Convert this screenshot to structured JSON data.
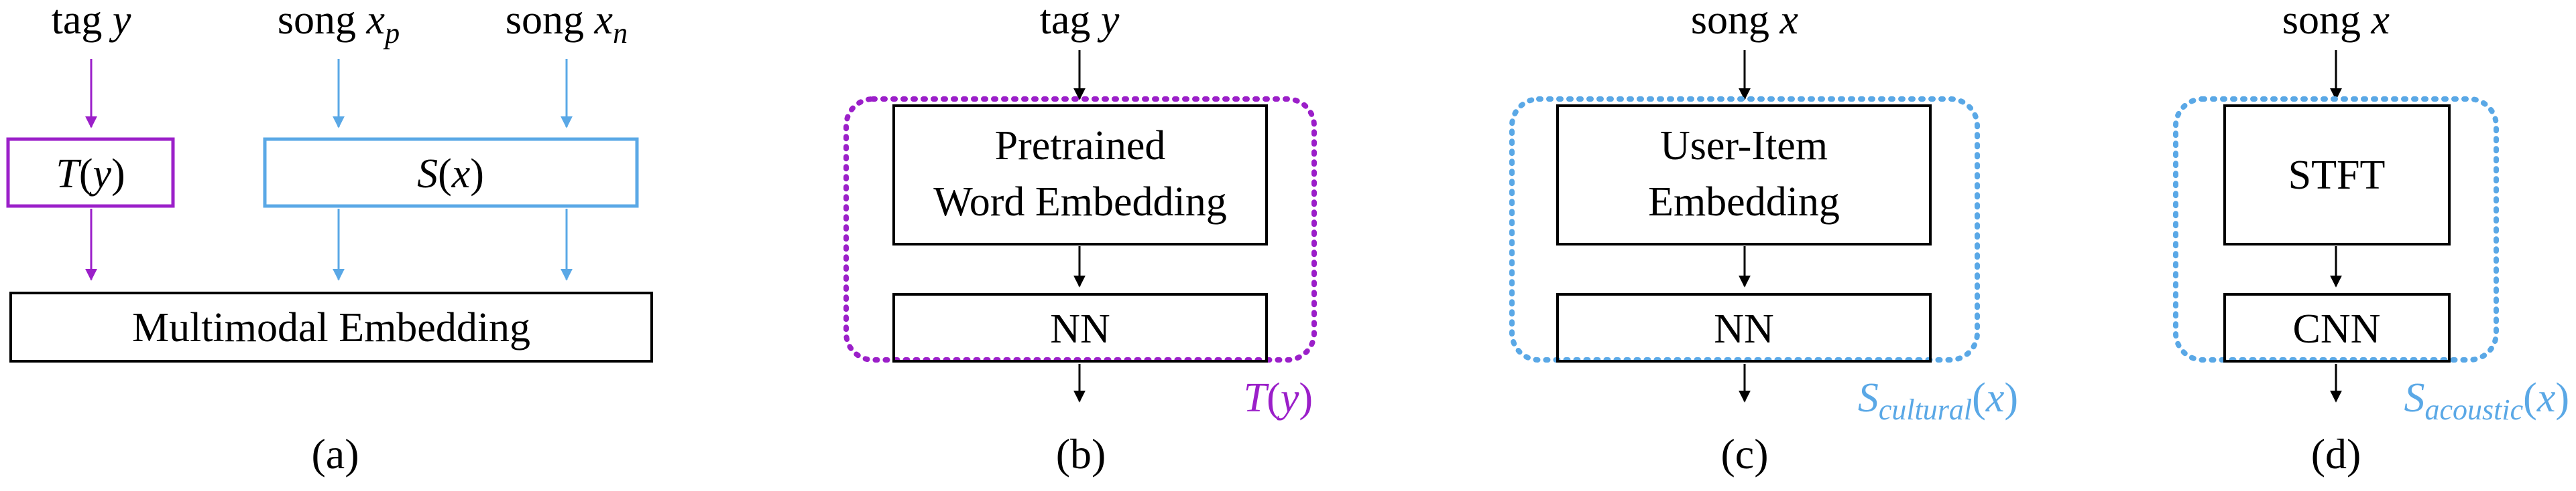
{
  "colors": {
    "purple": "#9b1fc9",
    "blue": "#5aa8e6",
    "black": "#000000"
  },
  "panel_a": {
    "tag_prefix": "tag ",
    "tag_var": "y",
    "song_p_prefix": "song ",
    "song_p_var": "x",
    "song_p_sub": "p",
    "song_n_prefix": "song ",
    "song_n_var": "x",
    "song_n_sub": "n",
    "t_box": {
      "fn": "T",
      "open": "(",
      "var": "y",
      "close": ")"
    },
    "s_box": {
      "fn": "S",
      "open": "(",
      "var": "x",
      "close": ")"
    },
    "multimodal_label": "Multimodal Embedding",
    "caption": "(a)"
  },
  "panel_b": {
    "input_prefix": "tag ",
    "input_var": "y",
    "box1_line1": "Pretrained",
    "box1_line2": "Word Embedding",
    "box2": "NN",
    "fn": "T",
    "fn_open": "(",
    "fn_var": "y",
    "fn_close": ")",
    "caption": "(b)"
  },
  "panel_c": {
    "input_prefix": "song ",
    "input_var": "x",
    "box1_line1": "User-Item",
    "box1_line2": "Embedding",
    "box2": "NN",
    "fn": "S",
    "fn_sub": "cultural",
    "fn_open": "(",
    "fn_var": "x",
    "fn_close": ")",
    "caption": "(c)"
  },
  "panel_d": {
    "input_prefix": "song ",
    "input_var": "x",
    "box1": "STFT",
    "box2": "CNN",
    "fn": "S",
    "fn_sub": "acoustic",
    "fn_open": "(",
    "fn_var": "x",
    "fn_close": ")",
    "caption": "(d)"
  }
}
